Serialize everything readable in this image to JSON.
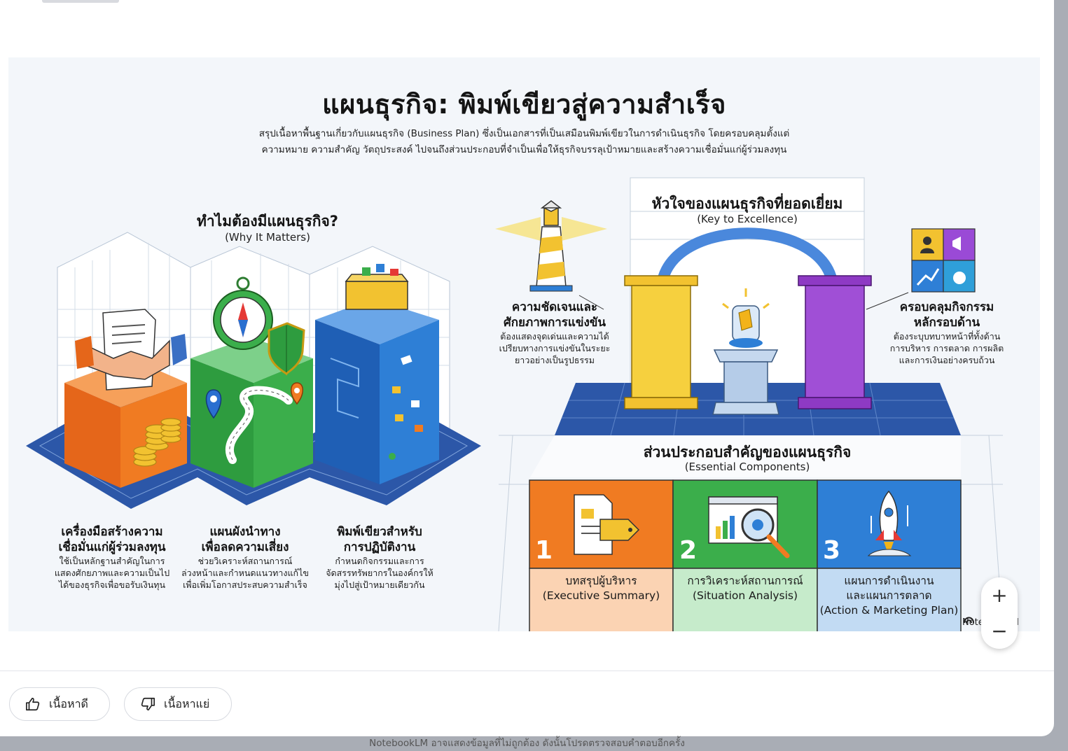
{
  "infographic": {
    "title": "แผนธุรกิจ: พิมพ์เขียวสู่ความสำเร็จ",
    "subtitle_lines": [
      "สรุปเนื้อหาพื้นฐานเกี่ยวกับแผนธุรกิจ (Business Plan) ซึ่งเป็นเอกสารที่เป็นเสมือนพิมพ์เขียวในการดำเนินธุรกิจ โดยครอบคลุมตั้งแต่",
      "ความหมาย ความสำคัญ วัตถุประสงค์ ไปจนถึงส่วนประกอบที่จำเป็นเพื่อให้ธุรกิจบรรลุเป้าหมายและสร้างความเชื่อมั่นแก่ผู้ร่วมลงทุน"
    ],
    "why": {
      "heading": "ทำไมต้องมีแผนธุรกิจ?",
      "heading_en": "(Why It Matters)",
      "items": [
        {
          "title1": "เครื่องมือสร้างความ",
          "title2": "เชื่อมั่นแก่ผู้ร่วมลงทุน",
          "body": [
            "ใช้เป็นหลักฐานสำคัญในการ",
            "แสดงศักยภาพและความเป็นไป",
            "ได้ของธุรกิจเพื่อขอรับเงินทุน"
          ]
        },
        {
          "title1": "แผนผังนำทาง",
          "title2": "เพื่อลดความเสี่ยง",
          "body": [
            "ช่วยวิเคราะห์สถานการณ์",
            "ล่วงหน้าและกำหนดแนวทางแก้ไข",
            "เพื่อเพิ่มโอกาสประสบความสำเร็จ"
          ]
        },
        {
          "title1": "พิมพ์เขียวสำหรับ",
          "title2": "การปฏิบัติงาน",
          "body": [
            "กำหนดกิจกรรมและการ",
            "จัดสรรทรัพยากรในองค์กรให้",
            "มุ่งไปสู่เป้าหมายเดียวกัน"
          ]
        }
      ]
    },
    "key": {
      "heading": "หัวใจของแผนธุรกิจที่ยอดเยี่ยม",
      "heading_en": "(Key to Excellence)",
      "left": {
        "title1": "ความชัดเจนและ",
        "title2": "ศักยภาพการแข่งขัน",
        "body": [
          "ต้องแสดงจุดเด่นและความได้",
          "เปรียบทางการแข่งขันในระยะ",
          "ยาวอย่างเป็นรูปธรรม"
        ]
      },
      "right": {
        "title1": "ครอบคลุมกิจกรรม",
        "title2": "หลักรอบด้าน",
        "body": [
          "ต้องระบุบทบาทหน้าที่ทั้งด้าน",
          "การบริหาร การตลาด การผลิต",
          "และการเงินอย่างครบถ้วน"
        ]
      }
    },
    "components": {
      "heading": "ส่วนประกอบสำคัญของแผนธุรกิจ",
      "heading_en": "(Essential Components)",
      "items": [
        {
          "num": "1",
          "label1": "บทสรุปผู้บริหาร",
          "label2": "(Executive Summary)",
          "label3": "",
          "color": "#f07b22",
          "bg": "#fbd3b3"
        },
        {
          "num": "2",
          "label1": "การวิเคราะห์สถานการณ์",
          "label2": "(Situation Analysis)",
          "label3": "",
          "color": "#3bae4b",
          "bg": "#c6ebcb"
        },
        {
          "num": "3",
          "label1": "แผนการดำเนินงาน",
          "label2": "และแผนการตลาด",
          "label3": "(Action & Marketing Plan)",
          "color": "#2e7fd6",
          "bg": "#c2dbf3"
        }
      ]
    },
    "watermark": "NotebookLM"
  },
  "zoom": {
    "in_label": "+",
    "out_label": "−"
  },
  "feedback": {
    "good_label": "เนื้อหาดี",
    "bad_label": "เนื้อหาแย่"
  },
  "disclaimer": "NotebookLM อาจแสดงข้อมูลที่ไม่ถูกต้อง ดังนั้นโปรดตรวจสอบคำตอบอีกครั้ง",
  "icons": {
    "thumbs_up": "thumbs-up-icon",
    "thumbs_down": "thumbs-down-icon",
    "plus": "zoom-in-icon",
    "minus": "zoom-out-icon"
  }
}
